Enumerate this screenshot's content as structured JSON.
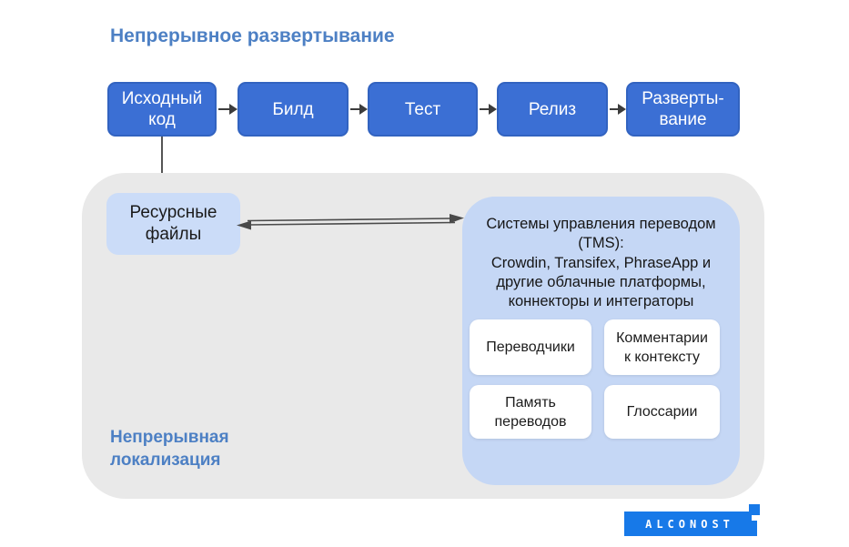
{
  "title": "Непрерывное развертывание",
  "pipeline": {
    "steps": [
      {
        "label": "Исходный код"
      },
      {
        "label": "Билд"
      },
      {
        "label": "Тест"
      },
      {
        "label": "Релиз"
      },
      {
        "label": "Разверты-вание"
      }
    ]
  },
  "localization": {
    "label": "Непрерывная локализация",
    "resource_files": "Ресурсные файлы",
    "tms": {
      "heading": "Системы управления переводом (TMS):",
      "description": "Crowdin, Transifex, PhraseApp и другие облачные платформы, коннекторы и интеграторы",
      "features": [
        {
          "label": "Переводчики"
        },
        {
          "label": "Комментарии к контексту"
        },
        {
          "label": "Память переводов"
        },
        {
          "label": "Глоссарии"
        }
      ]
    }
  },
  "logo": {
    "text": "ALCONOST"
  },
  "colors": {
    "pipeline_box_fill": "#3b6fd4",
    "pipeline_box_border": "#3263c0",
    "light_blue_panel": "#c5d7f5",
    "resource_box_fill": "#cbdcf8",
    "heading_blue": "#4d80c4",
    "container_gray": "#e9e9e9",
    "logo_blue": "#1779e8",
    "arrow_dark": "#3c3c3c"
  }
}
